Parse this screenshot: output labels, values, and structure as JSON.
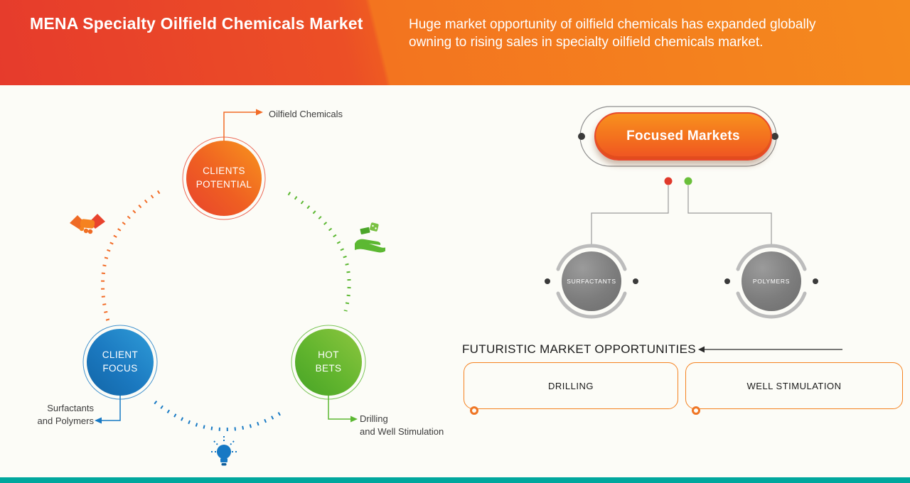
{
  "header": {
    "title": "MENA Specialty Oilfield Chemicals Market",
    "subtitle": "Huge market opportunity of oilfield chemicals has expanded globally owning to rising  sales in specialty oilfield chemicals market."
  },
  "cycle": {
    "clients_potential_label": "CLIENTS\nPOTENTIAL",
    "clients_potential_callout": "Oilfield Chemicals",
    "client_focus_label": "CLIENT\nFOCUS",
    "client_focus_callout": "Surfactants\nand Polymers",
    "hot_bets_label": "HOT\nBETS",
    "hot_bets_callout": "Drilling\nand Well Stimulation"
  },
  "focused_markets": {
    "title": "Focused Markets",
    "nodes": [
      {
        "label": "SURFACTANTS"
      },
      {
        "label": "POLYMERS"
      }
    ]
  },
  "futuristic": {
    "heading": "FUTURISTIC MARKET OPPORTUNITIES",
    "boxes": [
      {
        "label": "DRILLING"
      },
      {
        "label": "WELL STIMULATION"
      }
    ]
  },
  "icons": {
    "handshake": "handshake-icon",
    "money_hand": "money-hand-icon",
    "lightbulb": "lightbulb-icon"
  },
  "colors": {
    "header_red": "#e63b2c",
    "header_orange": "#f58a1e",
    "accent_orange": "#f26b26",
    "accent_red": "#e8432d",
    "accent_blue": "#1779c4",
    "accent_green": "#5cb832",
    "node_gray": "#7d7d7d",
    "footer_teal": "#00a79d"
  }
}
